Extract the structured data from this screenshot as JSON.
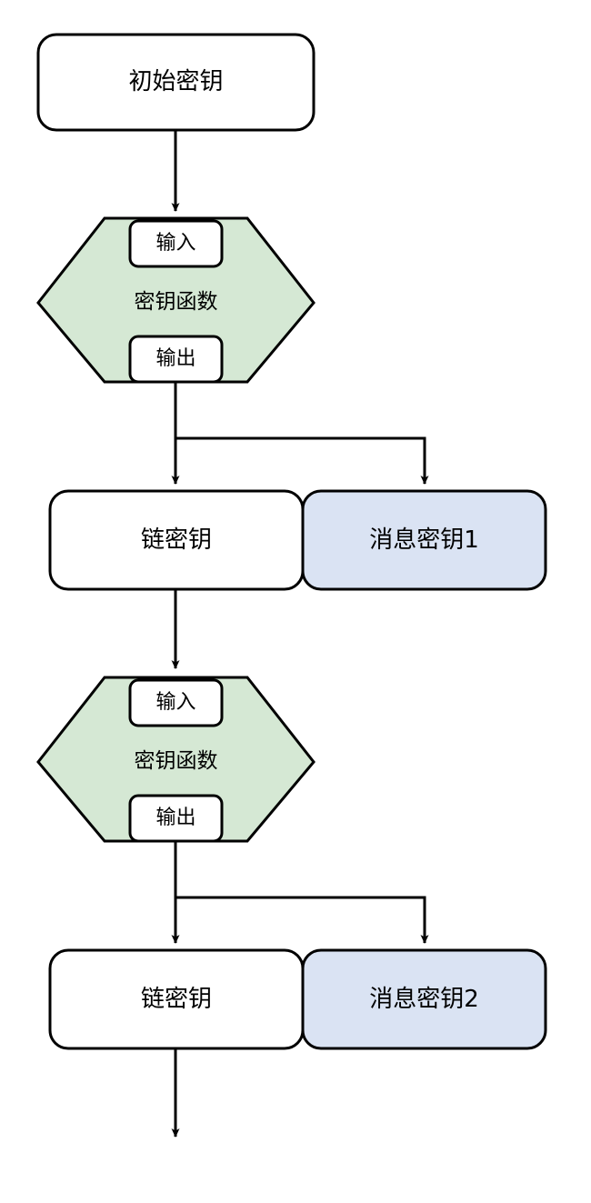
{
  "diagram": {
    "type": "flowchart",
    "title_text_present": false,
    "background_color": "#ffffff",
    "stroke_color": "#000000",
    "colors": {
      "process_fill": "#ffffff",
      "function_fill": "#d5e8d4",
      "message_key_fill": "#dae3f3",
      "stroke": "#000000",
      "text": "#000000"
    },
    "nodes": {
      "initial_key": {
        "label": "初始密钥",
        "shape": "rounded-rect",
        "fill": "#ffffff"
      },
      "kdf_1": {
        "label": "密钥函数",
        "shape": "hexagon",
        "fill": "#d5e8d4",
        "input_label": "输入",
        "output_label": "输出"
      },
      "chain_key_1": {
        "label": "链密钥",
        "shape": "rounded-rect",
        "fill": "#ffffff"
      },
      "message_key_1": {
        "label": "消息密钥1",
        "shape": "rounded-rect",
        "fill": "#dae3f3"
      },
      "kdf_2": {
        "label": "密钥函数",
        "shape": "hexagon",
        "fill": "#d5e8d4",
        "input_label": "输入",
        "output_label": "输出"
      },
      "chain_key_2": {
        "label": "链密钥",
        "shape": "rounded-rect",
        "fill": "#ffffff"
      },
      "message_key_2": {
        "label": "消息密钥2",
        "shape": "rounded-rect",
        "fill": "#dae3f3"
      }
    },
    "edges": [
      {
        "from": "initial_key",
        "to": "kdf_1",
        "label": ""
      },
      {
        "from": "kdf_1",
        "to": "chain_key_1",
        "label": ""
      },
      {
        "from": "kdf_1",
        "to": "message_key_1",
        "label": ""
      },
      {
        "from": "chain_key_1",
        "to": "kdf_2",
        "label": ""
      },
      {
        "from": "kdf_2",
        "to": "chain_key_2",
        "label": ""
      },
      {
        "from": "kdf_2",
        "to": "message_key_2",
        "label": ""
      },
      {
        "from": "chain_key_2",
        "to": "continuation",
        "label": ""
      }
    ]
  }
}
